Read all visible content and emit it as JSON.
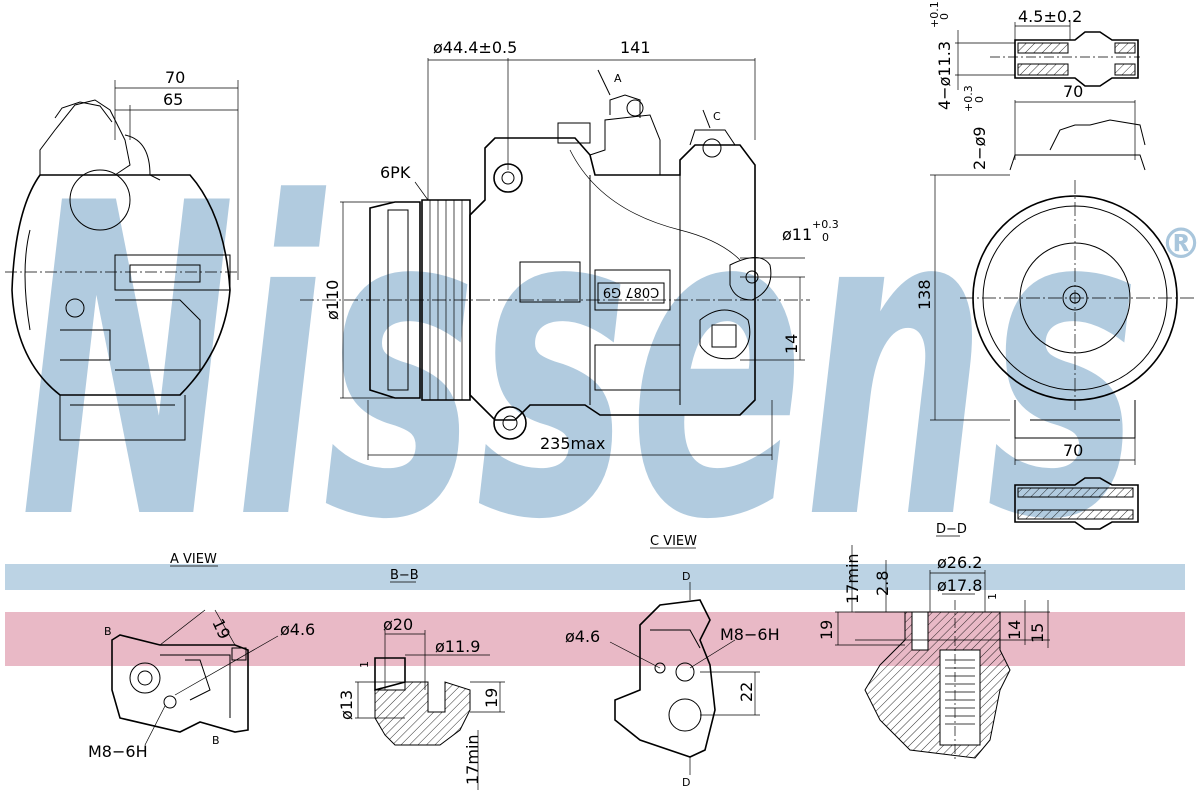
{
  "watermark": {
    "text": "Nissens",
    "registered_mark": "®",
    "color": "#a9c6dc"
  },
  "bands": {
    "blue_color": "#bcd3e4",
    "pink_color": "#e9b9c6"
  },
  "dimensions": {
    "width_70": "70",
    "width_65": "65",
    "pulley_dia": "ø44.4±0.5",
    "length_141": "141",
    "belt": "6PK",
    "dia_110": "ø110",
    "hole_11": "ø11",
    "hole_11_tol_upper": "+0.3",
    "hole_11_tol_lower": "0",
    "dim_14": "14",
    "length_235": "235max",
    "height_138": "138",
    "width_70_right": "70",
    "width_70_bottom": "70",
    "slot_45": "4.5±0.2",
    "holes_113": "4−ø11.3",
    "holes_113_upper": "+0.1",
    "holes_113_lower": "0",
    "holes_9": "2−ø9",
    "holes_9_upper": "+0.3",
    "holes_9_lower": "0",
    "stamp": "C087 G9"
  },
  "views": {
    "a_view": {
      "title": "A VIEW",
      "dim_19": "19",
      "dia_46": "ø4.6",
      "thread": "M8−6H",
      "marker_b1": "B",
      "marker_b2": "B"
    },
    "bb": {
      "title": "B−B",
      "dia_20": "ø20",
      "dia_119": "ø11.9",
      "dim_1": "1",
      "dia_13": "ø13",
      "dim_19": "19",
      "dim_17min": "17min"
    },
    "c_view": {
      "title": "C VIEW",
      "dia_46": "ø4.6",
      "thread": "M8−6H",
      "dim_22": "22",
      "marker_d1": "D",
      "marker_d2": "D"
    },
    "dd": {
      "title": "D−D",
      "dim_17min": "17min",
      "dim_28": "2.8",
      "dia_262": "ø26.2",
      "dia_178": "ø17.8",
      "dim_1": "1",
      "dim_19": "19",
      "dim_14": "14",
      "dim_15": "15"
    }
  },
  "arrow_labels": {
    "a": "A",
    "c": "C"
  }
}
